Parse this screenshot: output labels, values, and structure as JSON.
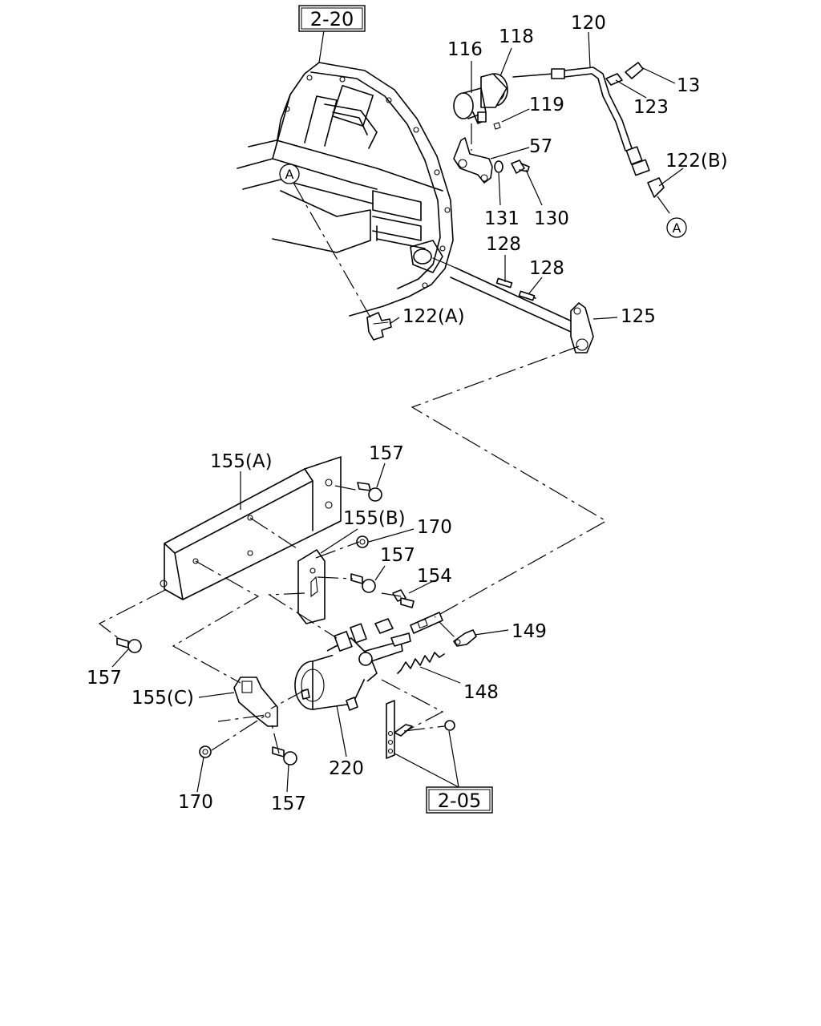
{
  "diagram": {
    "ref_boxes": [
      {
        "id": "ref-2-20",
        "text": "2-20"
      },
      {
        "id": "ref-2-05",
        "text": "2-05"
      }
    ],
    "circle_markers": [
      {
        "id": "marker-a-1",
        "text": "A"
      },
      {
        "id": "marker-a-2",
        "text": "A"
      }
    ],
    "callouts": [
      {
        "id": "c-116",
        "text": "116"
      },
      {
        "id": "c-118",
        "text": "118"
      },
      {
        "id": "c-120",
        "text": "120"
      },
      {
        "id": "c-13",
        "text": "13"
      },
      {
        "id": "c-123",
        "text": "123"
      },
      {
        "id": "c-119",
        "text": "119"
      },
      {
        "id": "c-57",
        "text": "57"
      },
      {
        "id": "c-122b",
        "text": "122(B)"
      },
      {
        "id": "c-131",
        "text": "131"
      },
      {
        "id": "c-130",
        "text": "130"
      },
      {
        "id": "c-128a",
        "text": "128"
      },
      {
        "id": "c-128b",
        "text": "128"
      },
      {
        "id": "c-122a",
        "text": "122(A)"
      },
      {
        "id": "c-125",
        "text": "125"
      },
      {
        "id": "c-155a",
        "text": "155(A)"
      },
      {
        "id": "c-157a",
        "text": "157"
      },
      {
        "id": "c-155b",
        "text": "155(B)"
      },
      {
        "id": "c-170a",
        "text": "170"
      },
      {
        "id": "c-157b",
        "text": "157"
      },
      {
        "id": "c-154",
        "text": "154"
      },
      {
        "id": "c-149",
        "text": "149"
      },
      {
        "id": "c-148",
        "text": "148"
      },
      {
        "id": "c-157c",
        "text": "157"
      },
      {
        "id": "c-155c",
        "text": "155(C)"
      },
      {
        "id": "c-220",
        "text": "220"
      },
      {
        "id": "c-170b",
        "text": "170"
      },
      {
        "id": "c-157d",
        "text": "157"
      }
    ]
  }
}
